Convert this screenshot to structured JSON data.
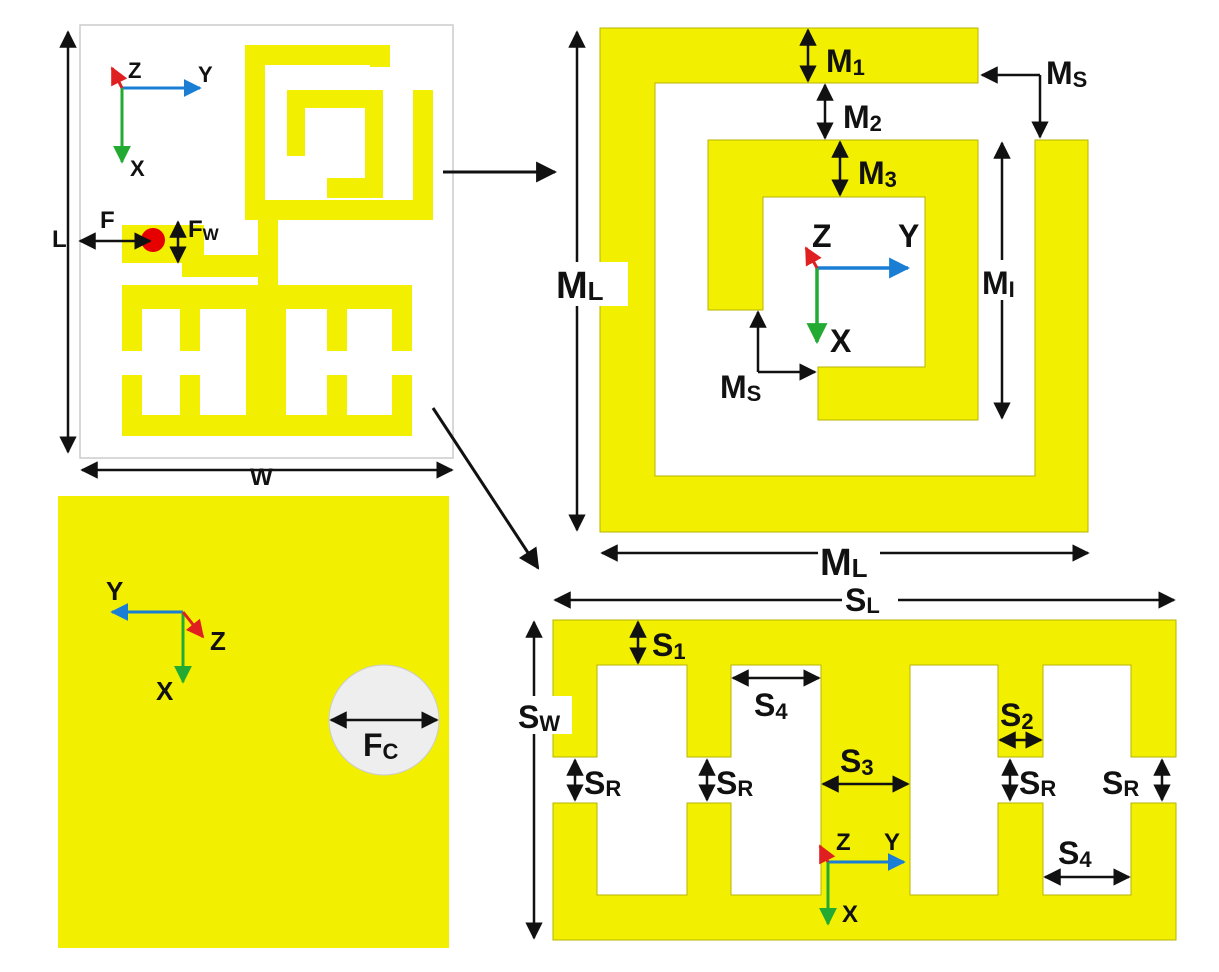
{
  "colors": {
    "copper": "#f2f000",
    "copper_edge": "#b8b400",
    "dimension_line": "#111111",
    "axis_x": "#22aa33",
    "axis_y": "#1a7fd4",
    "axis_z": "#e02020",
    "feed_point": "#e60000",
    "ground_cut": "#eeeeee",
    "substrate": "#ffffff"
  },
  "axes": {
    "front": {
      "z": "Z",
      "y": "Y",
      "x": "X"
    },
    "meander": {
      "z": "Z",
      "y": "Y",
      "x": "X"
    },
    "back": {
      "y": "Y",
      "z": "Z",
      "x": "X"
    },
    "resonator": {
      "z": "Z",
      "y": "Y",
      "x": "X"
    }
  },
  "front_view": {
    "length": "L",
    "width": "W",
    "feed": "F",
    "feed_width": {
      "main": "F",
      "sub": "W"
    }
  },
  "meander_view": {
    "m1": {
      "main": "M",
      "sub": "1"
    },
    "m2": {
      "main": "M",
      "sub": "2"
    },
    "m3": {
      "main": "M",
      "sub": "3"
    },
    "ms_top": {
      "main": "M",
      "sub": "S"
    },
    "ms_inner": {
      "main": "M",
      "sub": "S"
    },
    "ml_left": {
      "main": "M",
      "sub": "L"
    },
    "ml_bottom": {
      "main": "M",
      "sub": "L"
    },
    "mi": {
      "main": "M",
      "sub": "I"
    }
  },
  "back_view": {
    "fc": {
      "main": "F",
      "sub": "C"
    }
  },
  "resonator_view": {
    "sl": {
      "main": "S",
      "sub": "L"
    },
    "sw": {
      "main": "S",
      "sub": "W"
    },
    "s1": {
      "main": "S",
      "sub": "1"
    },
    "s2": {
      "main": "S",
      "sub": "2"
    },
    "s3": {
      "main": "S",
      "sub": "3"
    },
    "s4_top": {
      "main": "S",
      "sub": "4"
    },
    "s4_bottom": {
      "main": "S",
      "sub": "4"
    },
    "sr_1": {
      "main": "S",
      "sub": "R"
    },
    "sr_2": {
      "main": "S",
      "sub": "R"
    },
    "sr_3": {
      "main": "S",
      "sub": "R"
    },
    "sr_4": {
      "main": "S",
      "sub": "R"
    }
  }
}
